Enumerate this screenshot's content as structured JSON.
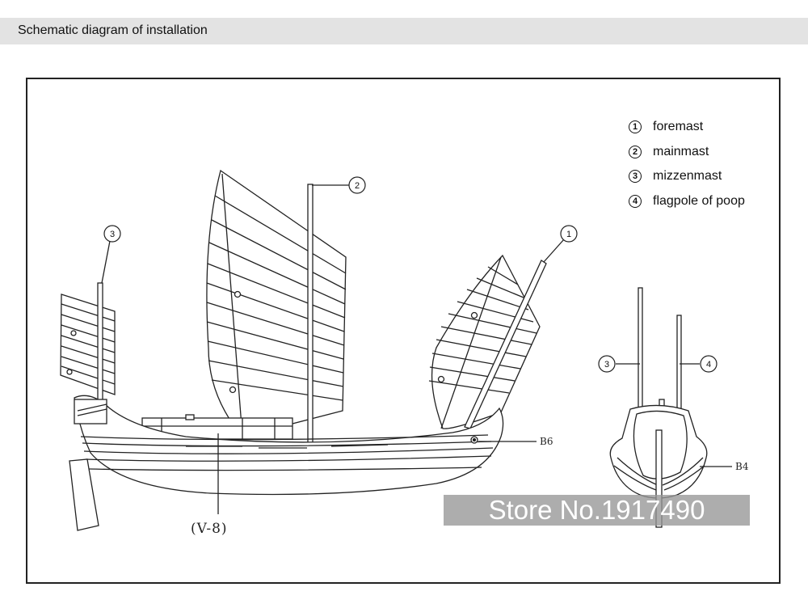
{
  "header": {
    "title": "Schematic diagram of installation"
  },
  "legend": {
    "items": [
      {
        "num": "1",
        "label": "foremast"
      },
      {
        "num": "2",
        "label": "mainmast"
      },
      {
        "num": "3",
        "label": "mizzenmast"
      },
      {
        "num": "4",
        "label": "flagpole of poop"
      }
    ]
  },
  "callouts": {
    "side_foremast": "1",
    "side_mainmast": "2",
    "side_mizzenmast": "3",
    "rear_mizzenmast": "3",
    "rear_flagpole": "4"
  },
  "labels": {
    "view": "(V-8)",
    "b6": "B6",
    "b4": "B4"
  },
  "watermark": "Store No.1917490"
}
